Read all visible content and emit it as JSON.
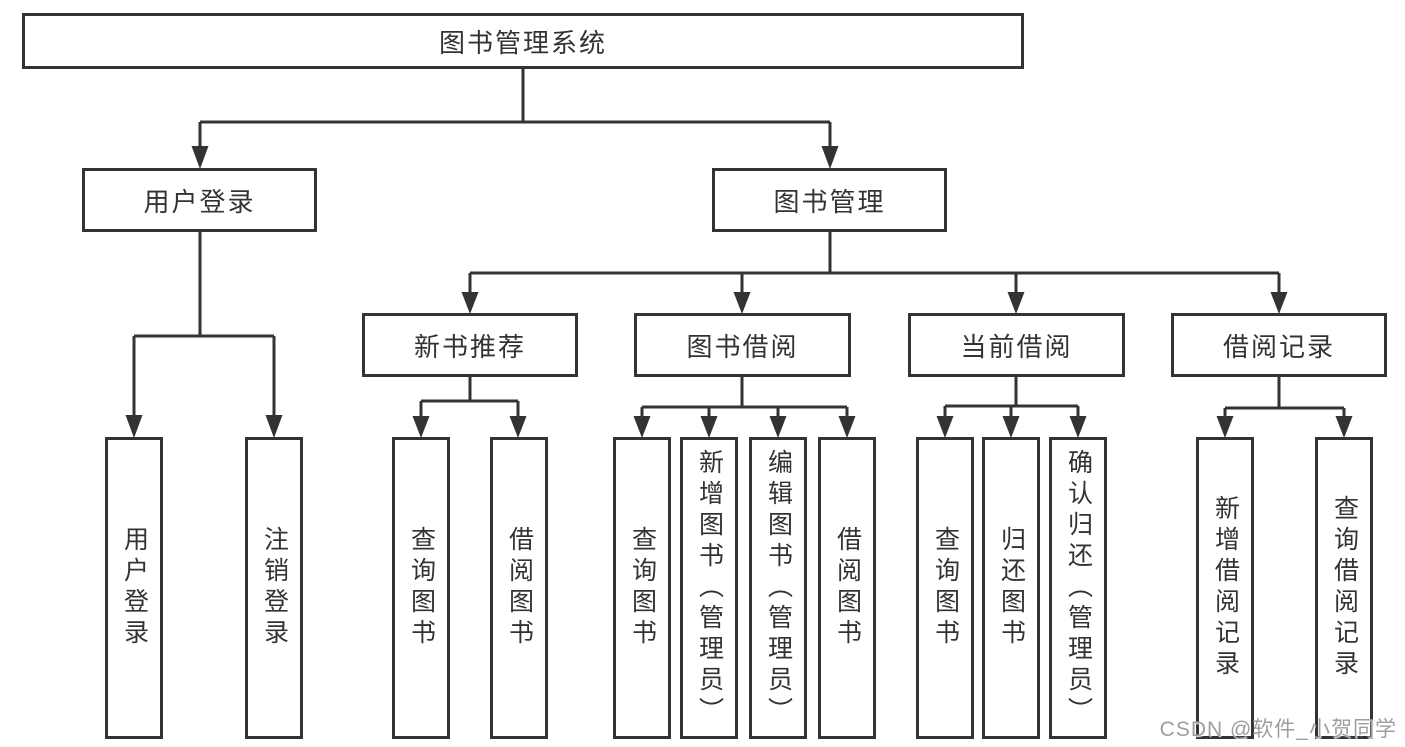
{
  "diagram": {
    "root": "图书管理系统",
    "level2": [
      {
        "label": "用户登录",
        "children": [
          "用户登录",
          "注销登录"
        ]
      },
      {
        "label": "图书管理",
        "sections": [
          {
            "label": "新书推荐",
            "children": [
              "查询图书",
              "借阅图书"
            ]
          },
          {
            "label": "图书借阅",
            "children": [
              "查询图书",
              "新增图书（管理员）",
              "编辑图书（管理员）",
              "借阅图书"
            ]
          },
          {
            "label": "当前借阅",
            "children": [
              "查询图书",
              "归还图书",
              "确认归还（管理员）"
            ]
          },
          {
            "label": "借阅记录",
            "children": [
              "新增借阅记录",
              "查询借阅记录"
            ]
          }
        ]
      }
    ]
  },
  "colors": {
    "line": "#333333",
    "text": "#333333",
    "watermark": "#9e9e9e",
    "background": "#ffffff"
  },
  "watermark": "CSDN @软件_小贺同学"
}
